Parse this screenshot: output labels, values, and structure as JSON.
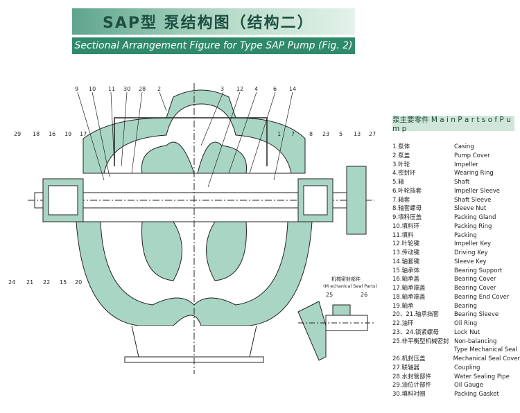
{
  "title_cn": "SAP型 泵结构图（结构二）",
  "title_en": "Sectional Arrangement Figure  for  Type SAP Pump (Fig. 2)",
  "parts_header": "泵主要零件 M a i n  P a r t s  o f P u m p",
  "colors": {
    "section_fill": "#a9d5c4",
    "title_bg": "#2f8a6c",
    "line": "#222222"
  },
  "top_callouts": [
    "9",
    "10",
    "11",
    "30",
    "28",
    "2",
    "3",
    "12",
    "4",
    "6",
    "14"
  ],
  "left_callouts": [
    "29",
    "18",
    "16",
    "19",
    "17"
  ],
  "mid_callouts": [
    "1",
    "7",
    "8",
    "23",
    "5",
    "13",
    "27"
  ],
  "bottom_callouts": [
    "24",
    "21",
    "22",
    "15",
    "20"
  ],
  "seal_inset": {
    "title_cn": "机械密封部件",
    "title_en": "(M echanical Seal Parts)",
    "callouts": [
      "25",
      "26"
    ]
  },
  "parts": [
    {
      "cn": "1.泵体",
      "en": "Casing"
    },
    {
      "cn": "2.泵盖",
      "en": "Pump Cover"
    },
    {
      "cn": "3.叶轮",
      "en": "Impeller"
    },
    {
      "cn": "4.密封环",
      "en": "Wearing Ring"
    },
    {
      "cn": "5.轴",
      "en": "Shaft"
    },
    {
      "cn": "6.叶轮挡套",
      "en": "Impeller Sleeve"
    },
    {
      "cn": "7.轴套",
      "en": "Shaft Sleeve"
    },
    {
      "cn": "8.轴套螺母",
      "en": "Sleeve Nut"
    },
    {
      "cn": "9.填料压盖",
      "en": "Packing Gland"
    },
    {
      "cn": "10.填料环",
      "en": "Packing Ring"
    },
    {
      "cn": "11.填料",
      "en": "Packing"
    },
    {
      "cn": "12.叶轮键",
      "en": "Impeller Key"
    },
    {
      "cn": "13.传动键",
      "en": "Driving Key"
    },
    {
      "cn": "14.轴套键",
      "en": "Sleeve Key"
    },
    {
      "cn": "15.轴承体",
      "en": "Bearing Support"
    },
    {
      "cn": "16.轴承盖",
      "en": "Bearing Cover"
    },
    {
      "cn": "17.轴承端盖",
      "en": "Bearing Cover"
    },
    {
      "cn": "18.轴承端盖",
      "en": "Bearing End Cover"
    },
    {
      "cn": "19.轴承",
      "en": "Bearing"
    },
    {
      "cn": "20、21.轴承挡套",
      "en": "Bearing Sleeve"
    },
    {
      "cn": "22.油环",
      "en": "Oil Ring"
    },
    {
      "cn": "23、24.锁紧螺母",
      "en": "Lock Nut"
    },
    {
      "cn": "25.非平衡型机械密封",
      "en": "Non-balancing"
    },
    {
      "cn": "",
      "en": "Type Mechanical Seal"
    },
    {
      "cn": "26.机封压盖",
      "en": "Mechanical Seal Cover"
    },
    {
      "cn": "27.联轴器",
      "en": "Coupling"
    },
    {
      "cn": "28.水封管部件",
      "en": "Water Sealing Pipe"
    },
    {
      "cn": "29.油位计部件",
      "en": "Oil Gauge"
    },
    {
      "cn": "30.填料衬圈",
      "en": "Packing Gasket"
    }
  ]
}
